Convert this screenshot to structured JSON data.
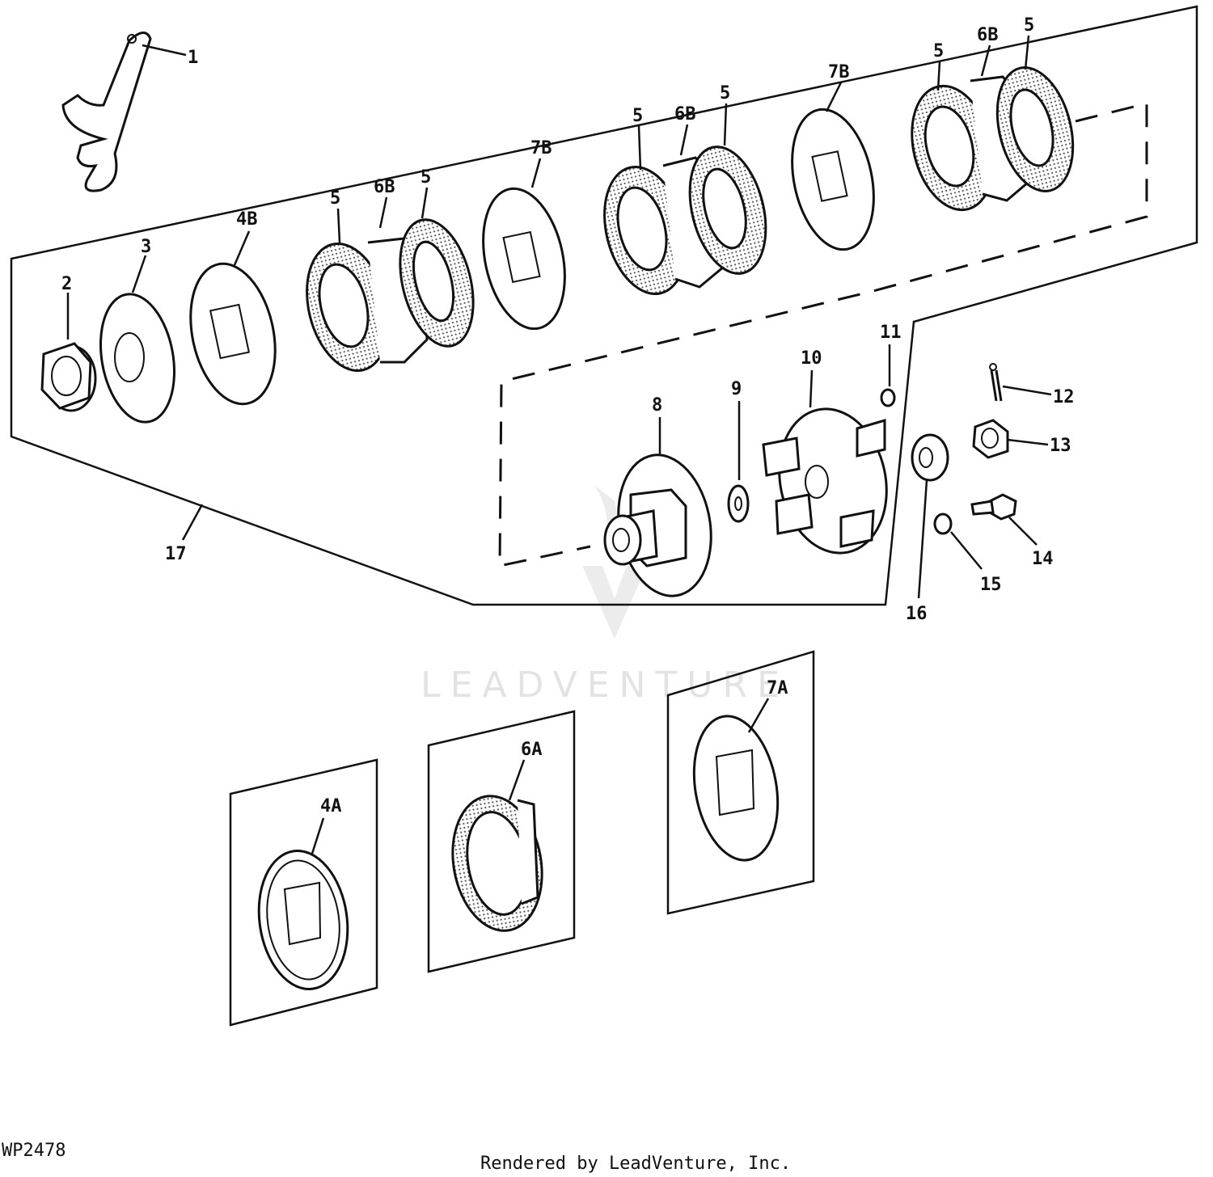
{
  "figure_id": "WP2478",
  "credit": "Rendered by LeadVenture, Inc.",
  "watermark": "LEADVENTURE",
  "callouts": [
    {
      "id": "c1",
      "text": "1"
    },
    {
      "id": "c2",
      "text": "2"
    },
    {
      "id": "c3",
      "text": "3"
    },
    {
      "id": "c4b",
      "text": "4B"
    },
    {
      "id": "c5a",
      "text": "5"
    },
    {
      "id": "c6b1",
      "text": "6B"
    },
    {
      "id": "c5b",
      "text": "5"
    },
    {
      "id": "c7b1",
      "text": "7B"
    },
    {
      "id": "c5c",
      "text": "5"
    },
    {
      "id": "c6b2",
      "text": "6B"
    },
    {
      "id": "c5d",
      "text": "5"
    },
    {
      "id": "c7b2",
      "text": "7B"
    },
    {
      "id": "c5e",
      "text": "5"
    },
    {
      "id": "c6b3",
      "text": "6B"
    },
    {
      "id": "c5f",
      "text": "5"
    },
    {
      "id": "c8",
      "text": "8"
    },
    {
      "id": "c9",
      "text": "9"
    },
    {
      "id": "c10",
      "text": "10"
    },
    {
      "id": "c11",
      "text": "11"
    },
    {
      "id": "c12",
      "text": "12"
    },
    {
      "id": "c13",
      "text": "13"
    },
    {
      "id": "c14",
      "text": "14"
    },
    {
      "id": "c15",
      "text": "15"
    },
    {
      "id": "c16",
      "text": "16"
    },
    {
      "id": "c17",
      "text": "17"
    },
    {
      "id": "c4a",
      "text": "4A"
    },
    {
      "id": "c6a",
      "text": "6A"
    },
    {
      "id": "c7a",
      "text": "7A"
    }
  ]
}
